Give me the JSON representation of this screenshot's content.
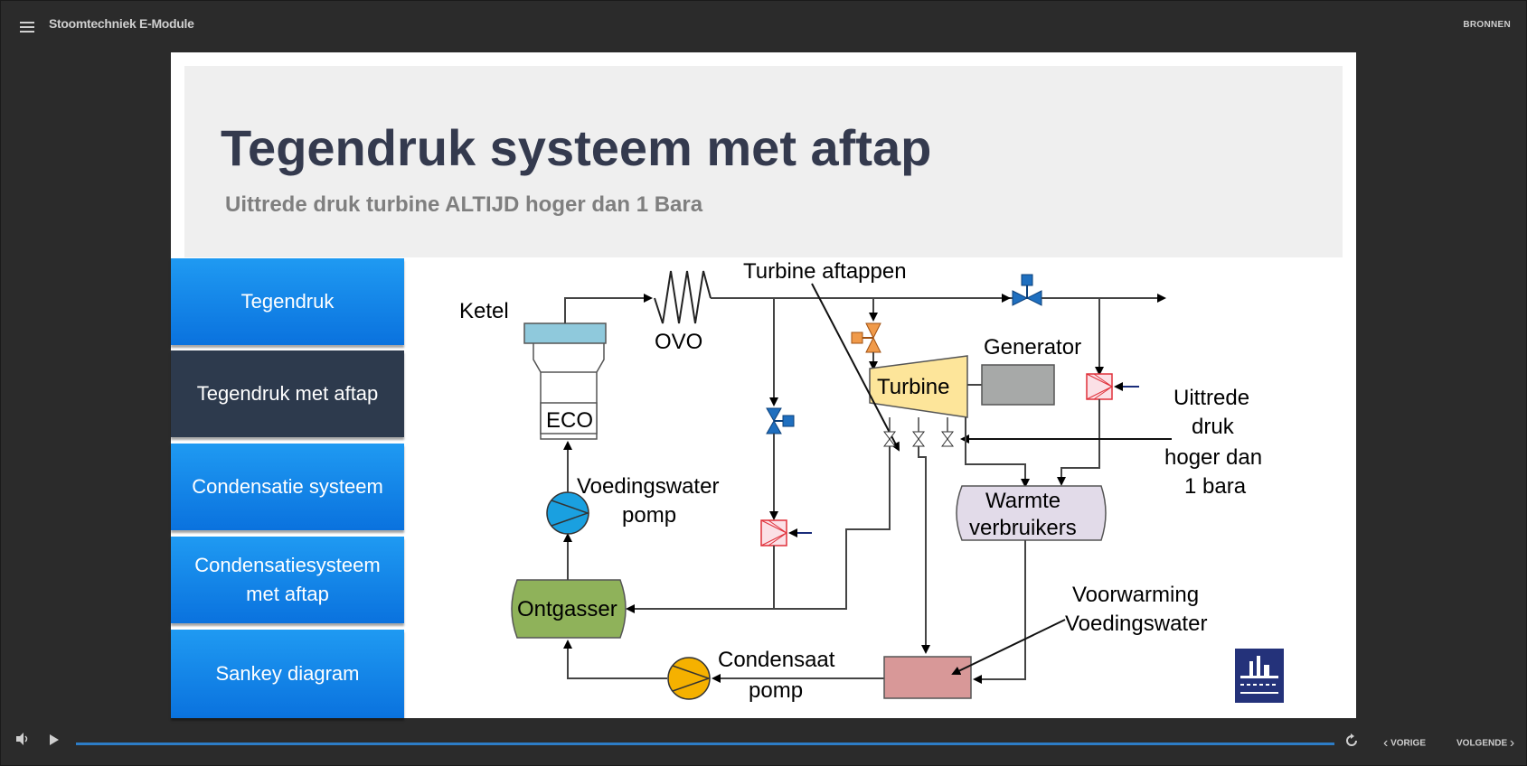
{
  "app": {
    "title": "Stoomtechniek E-Module",
    "sources_label": "BRONNEN"
  },
  "slide": {
    "title": "Tegendruk systeem met aftap",
    "subtitle": "Uittrede druk turbine ALTIJD hoger dan 1 Bara"
  },
  "nav": {
    "items": [
      {
        "label": "Tegendruk",
        "active": false
      },
      {
        "label": "Tegendruk met aftap",
        "active": true
      },
      {
        "label": "Condensatie systeem",
        "active": false
      },
      {
        "label": "Condensatiesysteem met aftap",
        "active": false
      },
      {
        "label": "Sankey diagram",
        "active": false
      }
    ]
  },
  "diagram": {
    "labels": {
      "ketel": "Ketel",
      "ovo": "OVO",
      "eco": "ECO",
      "turbine_aftappen": "Turbine aftappen",
      "generator": "Generator",
      "turbine": "Turbine",
      "uittrede_1": "Uittrede",
      "uittrede_2": "druk",
      "uittrede_3": "hoger dan",
      "uittrede_4": "1 bara",
      "voedingswater_pomp_1": "Voedingswater",
      "voedingswater_pomp_2": "pomp",
      "warmte_1": "Warmte",
      "warmte_2": "verbruikers",
      "ontgasser": "Ontgasser",
      "voorwarming_1": "Voorwarming",
      "voorwarming_2": "Voedingswater",
      "condensaat_1": "Condensaat",
      "condensaat_2": "pomp"
    }
  },
  "player": {
    "prev_label": "VORIGE",
    "next_label": "VOLGENDE",
    "progress": 1.0
  },
  "colors": {
    "accent": "#0a72de",
    "active_nav": "#2d3a4d",
    "title": "#343a4e",
    "progress": "#2d7dc7"
  }
}
